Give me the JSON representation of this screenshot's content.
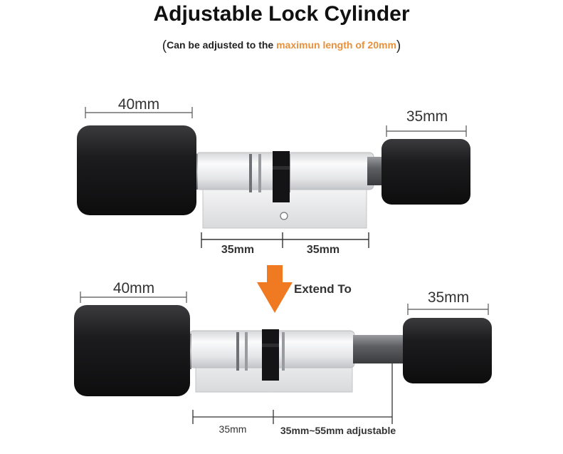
{
  "header": {
    "title": "Adjustable Lock Cylinder",
    "subtitle_open": "(",
    "subtitle_main": "Can be adjusted to the ",
    "subtitle_highlight": "maximun length of 20mm",
    "subtitle_close": ")"
  },
  "top_diagram": {
    "left_knob_length": "40mm",
    "right_knob_length": "35mm",
    "body_left": "35mm",
    "body_right": "35mm"
  },
  "arrow": {
    "label": "Extend To",
    "color": "#f07a22"
  },
  "bottom_diagram": {
    "left_knob_length": "40mm",
    "right_knob_length": "35mm",
    "body_left": "35mm",
    "body_right": "35mm~55mm adjustable",
    "highlight_color": "#d81e1e"
  }
}
